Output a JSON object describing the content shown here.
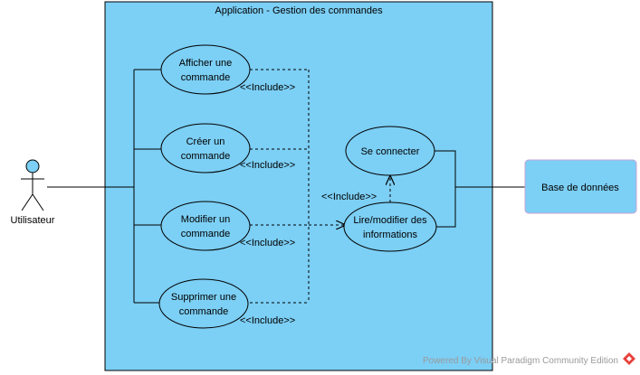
{
  "system": {
    "title": "Application - Gestion des commandes"
  },
  "actor": {
    "name": "Utilisateur"
  },
  "external": {
    "label": "Base de données"
  },
  "use_cases": {
    "afficher": [
      "Afficher une",
      "commande"
    ],
    "creer": [
      "Créer un",
      "commande"
    ],
    "modifier": [
      "Modifier un",
      "commande"
    ],
    "supprimer": [
      "Supprimer une",
      "commande"
    ],
    "connecter": [
      "Se connecter"
    ],
    "lire": [
      "Lire/modifier des",
      "informations"
    ]
  },
  "relations": {
    "include": "<<Include>>"
  },
  "watermark": {
    "text": "Powered By  Visual Paradigm Community Edition"
  },
  "colors": {
    "system_fill": "#7ccff5",
    "usecase_fill": "#7ccff5",
    "external_fill": "#7ccff5",
    "external_border": "#c9a3d6",
    "logo_red": "#e8413c"
  }
}
